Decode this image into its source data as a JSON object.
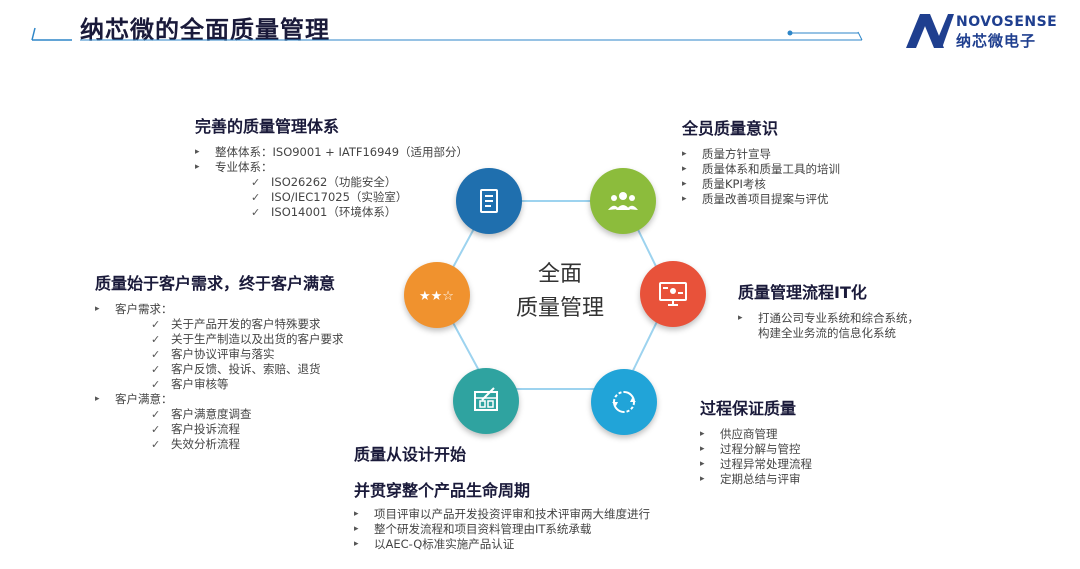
{
  "header": {
    "title": "纳芯微的全面质量管理",
    "brand_en": "NOVOSENSE",
    "brand_cn": "纳芯微电子"
  },
  "center": {
    "line1": "全面",
    "line2": "质量管理"
  },
  "sections": {
    "system": {
      "title": "完善的质量管理体系",
      "items": [
        {
          "text": "整体体系：ISO9001 + IATF16949（适用部分）",
          "type": "b"
        },
        {
          "text": "专业体系：",
          "type": "b"
        },
        {
          "text": "ISO26262（功能安全）",
          "type": "c"
        },
        {
          "text": "ISO/IEC17025（实验室）",
          "type": "c"
        },
        {
          "text": "ISO14001（环境体系）",
          "type": "c"
        }
      ]
    },
    "awareness": {
      "title": "全员质量意识",
      "items": [
        "质量方针宣导",
        "质量体系和质量工具的培训",
        "质量KPI考核",
        "质量改善项目提案与评优"
      ]
    },
    "customer": {
      "title": "质量始于客户需求，终于客户满意",
      "items": [
        {
          "text": "客户需求：",
          "type": "b"
        },
        {
          "text": "关于产品开发的客户特殊要求",
          "type": "c"
        },
        {
          "text": "关于生产制造以及出货的客户要求",
          "type": "c"
        },
        {
          "text": "客户协议评审与落实",
          "type": "c"
        },
        {
          "text": "客户反馈、投诉、索赔、退货",
          "type": "c"
        },
        {
          "text": "客户审核等",
          "type": "c"
        },
        {
          "text": "客户满意：",
          "type": "b"
        },
        {
          "text": "客户满意度调查",
          "type": "c"
        },
        {
          "text": "客户投诉流程",
          "type": "c"
        },
        {
          "text": "失效分析流程",
          "type": "c"
        }
      ]
    },
    "it": {
      "title": "质量管理流程IT化",
      "items": [
        "打通公司专业系统和综合系统，",
        "构建全业务流的信息化系统"
      ]
    },
    "process": {
      "title": "过程保证质量",
      "items": [
        "供应商管理",
        "过程分解与管控",
        "过程异常处理流程",
        "定期总结与评审"
      ]
    },
    "design": {
      "title1": "质量从设计开始",
      "title2": "并贯穿整个产品生命周期",
      "items": [
        "项目评审以产品开发投资评审和技术评审两大维度进行",
        "整个研发流程和项目资料管理由IT系统承载",
        "以AEC-Q标准实施产品认证"
      ]
    }
  },
  "colors": {
    "node_system": "#1f6fae",
    "node_awareness": "#8cbc3c",
    "node_it": "#e8523a",
    "node_process": "#21a4d8",
    "node_design": "#2fa3a0",
    "node_customer": "#f0922e",
    "ring": "#9dd3ef",
    "accent_line": "#2e86c8"
  },
  "icons": {
    "system": "document-icon",
    "awareness": "people-icon",
    "it": "monitor-icon",
    "process": "cycle-icon",
    "design": "blueprint-icon",
    "customer": "stars-icon"
  }
}
